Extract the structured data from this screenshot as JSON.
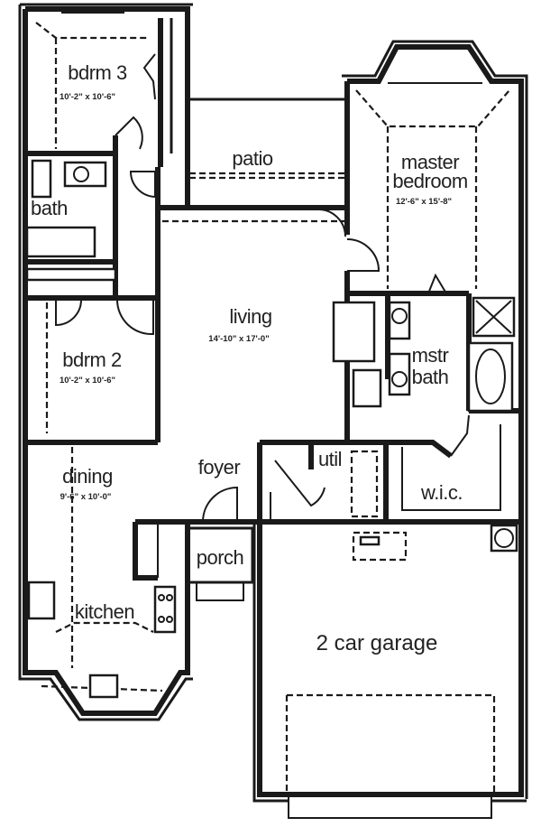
{
  "plan": {
    "type": "single-story floor plan",
    "ink_color": "#1a1a1a",
    "paper_color": "#ffffff",
    "rooms": {
      "bdrm3": {
        "name": "bdrm 3",
        "dims": "10'-2\" x 10'-6\""
      },
      "bath": {
        "name": "bath"
      },
      "patio": {
        "name": "patio"
      },
      "master": {
        "name_line1": "master",
        "name_line2": "bedroom",
        "dims": "12'-6\" x 15'-8\""
      },
      "living": {
        "name": "living",
        "dims": "14'-10\" x 17'-0\""
      },
      "bdrm2": {
        "name": "bdrm 2",
        "dims": "10'-2\" x 10'-6\""
      },
      "mstr_bath": {
        "name_line1": "mstr",
        "name_line2": "bath"
      },
      "dining": {
        "name": "dining",
        "dims": "9'-6\" x 10'-0\""
      },
      "foyer": {
        "name": "foyer"
      },
      "util": {
        "name": "util"
      },
      "wic": {
        "name": "w.i.c."
      },
      "porch": {
        "name": "porch"
      },
      "kitchen": {
        "name": "kitchen"
      },
      "garage": {
        "name": "2 car garage"
      }
    }
  }
}
